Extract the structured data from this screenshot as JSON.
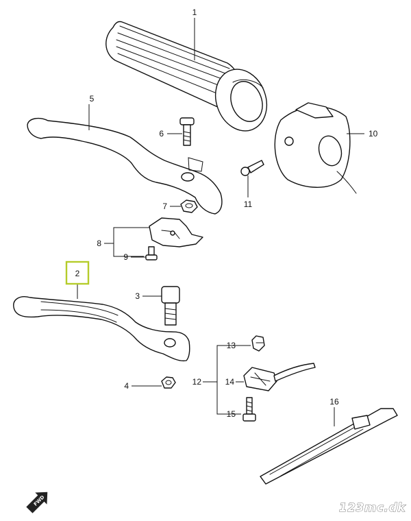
{
  "callouts": {
    "c1": "1",
    "c2": "2",
    "c3": "3",
    "c4": "4",
    "c5": "5",
    "c6": "6",
    "c7": "7",
    "c8": "8",
    "c9": "9",
    "c10": "10",
    "c11": "11",
    "c12": "12",
    "c13": "13",
    "c14": "14",
    "c15": "15",
    "c16": "16"
  },
  "highlighted_callout": "2",
  "highlight_color": "#b5cc2a",
  "direction_badge": "FWD",
  "watermark": "123mc.dk"
}
